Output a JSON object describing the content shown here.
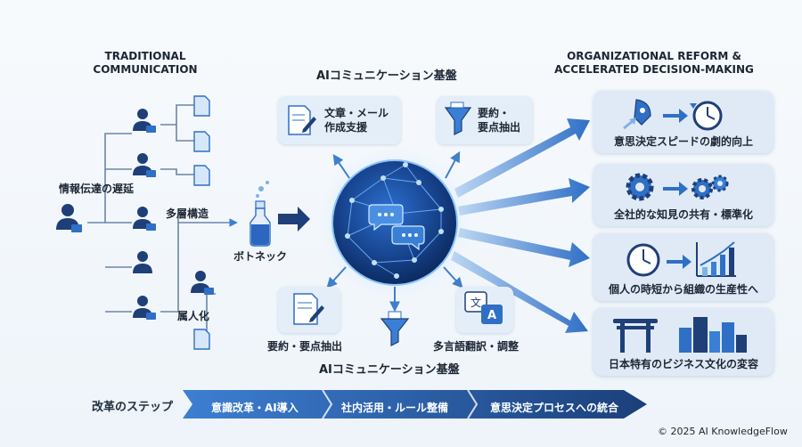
{
  "left": {
    "heading_line1": "TRADITIONAL",
    "heading_line2": "COMMUNICATION",
    "label_delay": "情報伝達の遅延",
    "label_layers": "多層構造",
    "label_personal": "属人化",
    "label_bottleneck": "ボトネック"
  },
  "center": {
    "title_top": "AIコミュニケーション基盤",
    "title_bottom": "AIコミュニケーション基盤",
    "features": [
      {
        "line1": "文章・メール",
        "line2": "作成支援"
      },
      {
        "line1": "要約・",
        "line2": "要点抽出"
      },
      {
        "line1": "要約・要点抽出"
      },
      {
        "line1": "多言語翻訳・調整"
      }
    ]
  },
  "right": {
    "heading_line1": "ORGANIZATIONAL REFORM &",
    "heading_line2": "ACCELERATED DECISION-MAKING",
    "cards": [
      {
        "label": "意思決定スピードの劇的向上"
      },
      {
        "label": "全社的な知見の共有・標準化"
      },
      {
        "label": "個人の時短から組織の生産性へ"
      },
      {
        "label": "日本特有のビジネス文化の変容"
      }
    ]
  },
  "steps": {
    "label": "改革のステップ",
    "items": [
      "意識改革・AI導入",
      "社内活用・ルール整備",
      "意思決定プロセスへの統合"
    ]
  },
  "footer": {
    "copyright": "© 2025 AI KnowledgeFlow"
  },
  "colors": {
    "accent": "#2f6fc6",
    "dark": "#1f3f78",
    "light": "#7fb1e6"
  }
}
